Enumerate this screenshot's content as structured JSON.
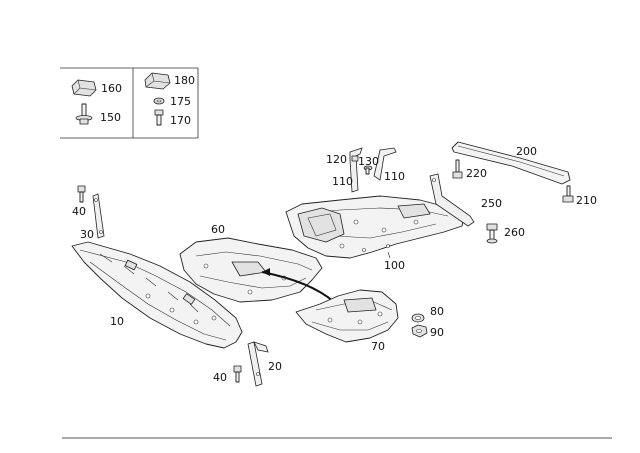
{
  "labels": {
    "p10": "10",
    "p20": "20",
    "p30": "30",
    "p40a": "40",
    "p40b": "40",
    "p60": "60",
    "p70": "70",
    "p80": "80",
    "p90": "90",
    "p100": "100",
    "p110a": "110",
    "p110b": "110",
    "p120": "120",
    "p130": "130",
    "p150": "150",
    "p160": "160",
    "p170": "170",
    "p175": "175",
    "p180": "180",
    "p200": "200",
    "p210": "210",
    "p220": "220",
    "p250": "250",
    "p260": "260"
  }
}
